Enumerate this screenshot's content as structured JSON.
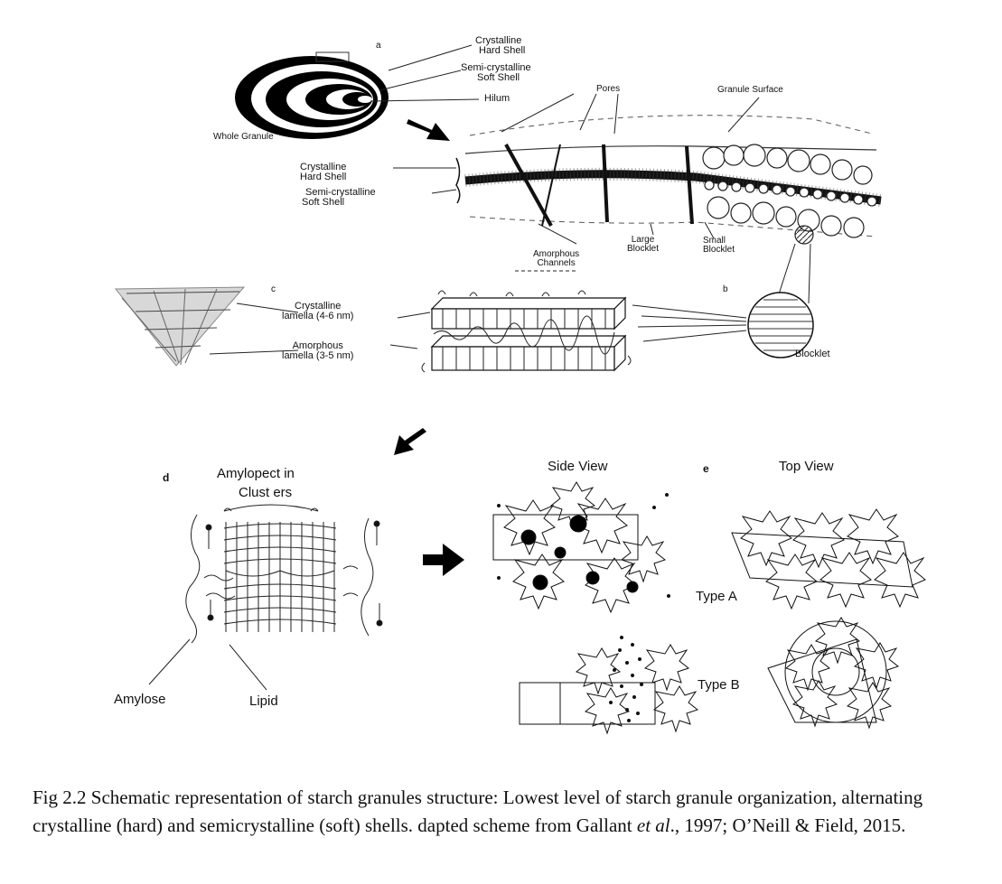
{
  "panels": {
    "a": "a",
    "b": "b",
    "c": "c",
    "d": "d",
    "e": "e"
  },
  "top": {
    "crystalline_line1": "Crystalline",
    "crystalline_line2": "Hard    Shell",
    "semi_line1": "Semi-crystalline",
    "semi_line2": "Soft    Shell",
    "hilum": "Hilum",
    "whole_granule": "Whole   Granule",
    "pores": "Pores",
    "granule_surface": "Granule    Surface",
    "mid_crystalline_line1": "Crystalline",
    "mid_crystalline_line2": "Hard    Shell",
    "mid_semi_line1": "Semi-crystalline",
    "mid_semi_line2": "Soft     Shell",
    "amorphous_channels_line1": "Amorphous",
    "amorphous_channels_line2": "Channels",
    "large_blocklet_line1": "Large",
    "large_blocklet_line2": "Blocklet",
    "small_blocklet_line1": "Small",
    "small_blocklet_line2": "Blocklet"
  },
  "lamella": {
    "crystalline_line1": "Crystalline",
    "crystalline_line2": "lamella (4-6 nm)",
    "amorphous_line1": "Amorphous",
    "amorphous_line2": "lamella (3-5 nm)",
    "blocklet": "Blocklet"
  },
  "bottom": {
    "amylopectin_line1": "Amylopect in",
    "amylopectin_line2": "Clust ers",
    "amylose": "Amylose",
    "lipid": "Lipid",
    "side_view": "Side   View",
    "top_view": "Top  View",
    "type_a": "Type A",
    "type_b": "Type B"
  },
  "caption": {
    "part1": "Fig 2.2 Schematic representation of starch granules structure: Lowest level of starch granule organization, alternating crystalline (hard) and semicrystalline (soft) shells. dapted scheme from Gallant ",
    "et_al": "et al",
    "part2": "., 1997; O’Neill & Field, 2015."
  }
}
